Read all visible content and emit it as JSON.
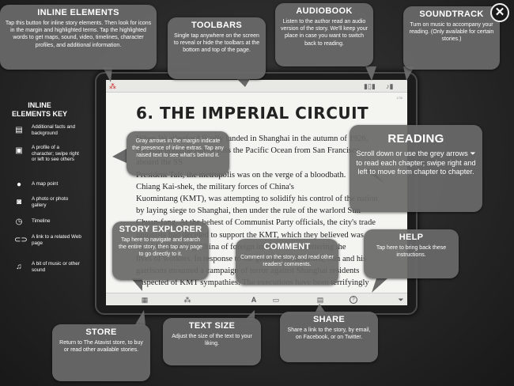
{
  "inline_elements": {
    "title": "INLINE ELEMENTS",
    "desc": "Tap this button for inline story elements. Then look for icons in the margin and highlighted terms. Tap the highlighted words to get maps, sound, video, timelines, character profiles, and additional information."
  },
  "toolbars": {
    "title": "TOOLBARS",
    "desc": "Single tap anywhere on the screen to reveal or hide the toolbars at the bottom and top of the page."
  },
  "audiobook": {
    "title": "AUDIOBOOK",
    "desc": "Listen to the author read an audio version of the story. We'll keep your place in case you want to switch back to reading."
  },
  "soundtrack": {
    "title": "SOUNDTRACK",
    "desc": "Turn on music to accompany your reading. (Only available for certain stories.)"
  },
  "reading": {
    "title": "READING",
    "desc_before": "Scroll down or use the grey arrows ",
    "desc_after": " to read each chapter; swipe right and left to move from chapter to chapter.",
    "arrow": "⏷"
  },
  "gray_arrows": {
    "desc": "Gray arrows in the margin indicate the presence of inline extras. Tap any raised text to see what's behind it."
  },
  "story_explorer": {
    "title": "STORY EXPLORER",
    "desc": "Tap here to navigate and search the entire story, then tap any page to go directly to it."
  },
  "comment": {
    "title": "COMMENT",
    "desc": "Comment on the story, and read other readers' comments."
  },
  "help": {
    "title": "HELP",
    "desc": "Tap here to bring back these instructions."
  },
  "store": {
    "title": "STORE",
    "desc": "Return to The Atavist store, to buy or read other available stories."
  },
  "text_size": {
    "title": "TEXT SIZE",
    "desc": "Adjust the size of the text to your liking."
  },
  "share": {
    "title": "SHARE",
    "desc": "Share a link to the story, by email, on Facebook, or on Twitter."
  },
  "key": {
    "title": "INLINE ELEMENTS KEY",
    "items": [
      {
        "label": "Additional facts and background",
        "icon": "facts-icon"
      },
      {
        "label": "A profile of a character; swipe right or left to see others",
        "icon": "profile-icon"
      },
      {
        "label": "A map point",
        "icon": "map-point-icon"
      },
      {
        "label": "A photo or photo gallery",
        "icon": "photo-icon"
      },
      {
        "label": "Timeline",
        "icon": "timeline-icon"
      },
      {
        "label": "A link to a related Web page",
        "icon": "link-icon"
      },
      {
        "label": "A bit of music or other sound",
        "icon": "music-icon"
      }
    ]
  },
  "book": {
    "chapter_title": "6. THE IMPERIAL CIRCUIT",
    "page_number": "1/36",
    "lines": [
      "When Weatherford finally landed in Shanghai in the autumn of 1926,",
      "the ship bringing him across the Pacific Ocean from San Francisco aboard the SS",
      "President Taft, the metropolis was on the verge of a bloodbath.",
      "Chiang Kai-shek, the military forces of China's",
      "Kuomintang (KMT), was attempting to solidify his control of the nation",
      "by laying siege to Shanghai, then under the rule of the warlord Sun",
      "Chuan-fang. At the behest of Communist Party officials, the city's trade",
      "unionists had decided to support the KMT, which they believed was",
      "capable of ridding China of foreign influence and bettering the",
      "lives of workers. In response to the general strike called, Sun and his",
      "garrisons mounted a campaign of terror against Shanghai residents",
      "suspected of KMT sympathies. The executions have been terrifyingly"
    ]
  },
  "colors": {
    "bubble": "#696969",
    "background": "#262626",
    "page": "#f4f4f1"
  }
}
